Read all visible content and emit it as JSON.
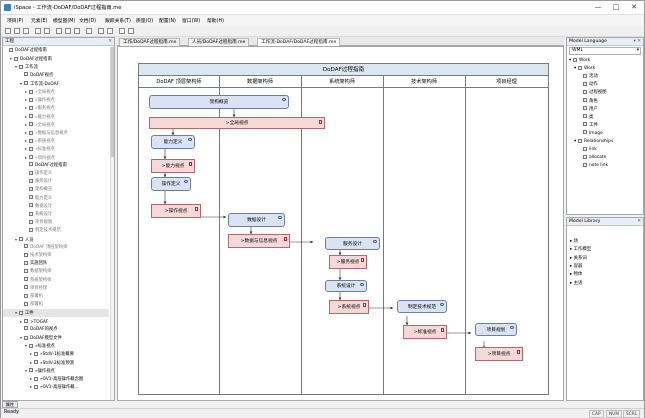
{
  "window": {
    "title": "iSpace - 工作流-DoDAF/DoDAF过程指南.me",
    "controls": [
      "—",
      "□",
      "✕"
    ]
  },
  "menu": [
    "项目(P)",
    "元素(E)",
    "模型图(M)",
    "文档(D)",
    "跟踪关系(T)",
    "质量(Q)",
    "配置(N)",
    "窗口(W)",
    "帮助(H)"
  ],
  "left_panel": {
    "title": "工程",
    "rows": [
      {
        "label": "DoDAF过程指南",
        "indent": 0,
        "exp": "",
        "grey": false,
        "sel": false
      },
      {
        "label": "DoDAF过程指南",
        "indent": 1,
        "exp": "▾",
        "grey": false,
        "sel": false
      },
      {
        "label": "工作流",
        "indent": 2,
        "exp": "▾",
        "grey": false,
        "sel": false
      },
      {
        "label": "DoDAF视点",
        "indent": 3,
        "exp": "",
        "grey": false,
        "sel": false
      },
      {
        "label": "工作流-DoDAF",
        "indent": 3,
        "exp": "▾",
        "grey": false,
        "sel": false
      },
      {
        "label": "»全局视点",
        "indent": 4,
        "exp": "▸",
        "grey": true,
        "sel": false
      },
      {
        "label": "»操作视点",
        "indent": 4,
        "exp": "▸",
        "grey": true,
        "sel": false
      },
      {
        "label": "»服务视点",
        "indent": 4,
        "exp": "▸",
        "grey": true,
        "sel": false
      },
      {
        "label": "»能力视点",
        "indent": 4,
        "exp": "▸",
        "grey": true,
        "sel": false
      },
      {
        "label": "»全局视点",
        "indent": 4,
        "exp": "▸",
        "grey": true,
        "sel": false
      },
      {
        "label": "»数据与信息视点",
        "indent": 4,
        "exp": "▸",
        "grey": true,
        "sel": false
      },
      {
        "label": "»系统视点",
        "indent": 4,
        "exp": "▸",
        "grey": true,
        "sel": false
      },
      {
        "label": "»标准视点",
        "indent": 4,
        "exp": "▸",
        "grey": true,
        "sel": false
      },
      {
        "label": "»项目视点",
        "indent": 4,
        "exp": "▸",
        "grey": true,
        "sel": false
      },
      {
        "label": "DoDAF过程指南",
        "indent": 4,
        "exp": "",
        "grey": false,
        "sel": false
      },
      {
        "label": "操作定义",
        "indent": 4,
        "exp": "",
        "grey": true,
        "sel": false
      },
      {
        "label": "服务设计",
        "indent": 4,
        "exp": "",
        "grey": true,
        "sel": false
      },
      {
        "label": "架构概览",
        "indent": 4,
        "exp": "",
        "grey": true,
        "sel": false
      },
      {
        "label": "能力定义",
        "indent": 4,
        "exp": "",
        "grey": true,
        "sel": false
      },
      {
        "label": "数据设计",
        "indent": 4,
        "exp": "",
        "grey": true,
        "sel": false
      },
      {
        "label": "系统设计",
        "indent": 4,
        "exp": "",
        "grey": true,
        "sel": false
      },
      {
        "label": "项目规划",
        "indent": 4,
        "exp": "",
        "grey": true,
        "sel": false
      },
      {
        "label": "制定技术规范",
        "indent": 4,
        "exp": "",
        "grey": true,
        "sel": false
      },
      {
        "label": "人员",
        "indent": 2,
        "exp": "▾",
        "grey": false,
        "sel": false
      },
      {
        "label": "DoDAF 顶层架构师",
        "indent": 3,
        "exp": "",
        "grey": true,
        "sel": false
      },
      {
        "label": "技术架构师",
        "indent": 3,
        "exp": "",
        "grey": true,
        "sel": false
      },
      {
        "label": "实施团队",
        "indent": 3,
        "exp": "",
        "grey": false,
        "sel": false
      },
      {
        "label": "数据架构师",
        "indent": 3,
        "exp": "",
        "grey": true,
        "sel": false
      },
      {
        "label": "系统架构师",
        "indent": 3,
        "exp": "",
        "grey": true,
        "sel": false
      },
      {
        "label": "项目经理",
        "indent": 3,
        "exp": "",
        "grey": true,
        "sel": false
      },
      {
        "label": "部署机",
        "indent": 3,
        "exp": "",
        "grey": true,
        "sel": false
      },
      {
        "label": "部署机",
        "indent": 3,
        "exp": "",
        "grey": true,
        "sel": false
      },
      {
        "label": "工件",
        "indent": 2,
        "exp": "▾",
        "grey": false,
        "sel": true
      },
      {
        "label": ">TOGAF",
        "indent": 3,
        "exp": "▸",
        "grey": false,
        "sel": false
      },
      {
        "label": "DoDAF的视点",
        "indent": 3,
        "exp": "",
        "grey": false,
        "sel": false
      },
      {
        "label": "DoDAF模型文件",
        "indent": 3,
        "exp": "▾",
        "grey": false,
        "sel": false
      },
      {
        "label": "»标准视点",
        "indent": 4,
        "exp": "▾",
        "grey": false,
        "sel": false
      },
      {
        "label": "»StdV-1标准概要",
        "indent": 5,
        "exp": "▸",
        "grey": false,
        "sel": false
      },
      {
        "label": "»StdV-2标准预测",
        "indent": 5,
        "exp": "▸",
        "grey": false,
        "sel": false
      },
      {
        "label": "»操作视点",
        "indent": 4,
        "exp": "▾",
        "grey": false,
        "sel": false
      },
      {
        "label": "»OV1-高层操作概念图",
        "indent": 5,
        "exp": "▸",
        "grey": false,
        "sel": false
      },
      {
        "label": "»OV1-高层操作概...",
        "indent": 5,
        "exp": "▸",
        "grey": false,
        "sel": false
      }
    ]
  },
  "tabs": [
    {
      "label": "工作/DoDAF过程指南.me",
      "active": false
    },
    {
      "label": "人员/DoDAF过程指南.me",
      "active": false
    },
    {
      "label": "工作流-DoDAF/DoDAF过程指南.me",
      "active": true
    }
  ],
  "diagram": {
    "title": "DoDAF过程指南",
    "lanes": [
      "DoDAF 顶层架构师",
      "数据架构师",
      "系统架构师",
      "技术架构师",
      "项目经理"
    ],
    "nodes": [
      {
        "id": "n1",
        "kind": "blue",
        "label": "架构概览"
      },
      {
        "id": "n2",
        "kind": "pink",
        "label": ">全局视点"
      },
      {
        "id": "n3",
        "kind": "blue",
        "label": "能力定义"
      },
      {
        "id": "n4",
        "kind": "pink",
        "label": ">能力视点"
      },
      {
        "id": "n5",
        "kind": "blue",
        "label": "操作定义"
      },
      {
        "id": "n6",
        "kind": "pink",
        "label": ">操作视点"
      },
      {
        "id": "n7",
        "kind": "blue",
        "label": "数据设计"
      },
      {
        "id": "n8",
        "kind": "pink",
        "label": ">数据与信息视点"
      },
      {
        "id": "n9",
        "kind": "blue",
        "label": "服务设计"
      },
      {
        "id": "n10",
        "kind": "pink",
        "label": ">服务视点"
      },
      {
        "id": "n11",
        "kind": "blue",
        "label": "系统设计"
      },
      {
        "id": "n12",
        "kind": "pink",
        "label": ">系统视点"
      },
      {
        "id": "n13",
        "kind": "blue",
        "label": "制定技术规范"
      },
      {
        "id": "n14",
        "kind": "pink",
        "label": ">标准视点"
      },
      {
        "id": "n15",
        "kind": "blue",
        "label": "项目规划"
      },
      {
        "id": "n16",
        "kind": "pink",
        "label": ">项目视点"
      }
    ]
  },
  "model_language": {
    "title": "Model Language",
    "selector": "WML",
    "rows": [
      {
        "label": "Work",
        "indent": 0,
        "exp": "▾"
      },
      {
        "label": "Work",
        "indent": 1,
        "exp": "▾"
      },
      {
        "label": "活动",
        "indent": 2,
        "exp": ""
      },
      {
        "label": "动作",
        "indent": 2,
        "exp": ""
      },
      {
        "label": "过程视图",
        "indent": 2,
        "exp": ""
      },
      {
        "label": "角色",
        "indent": 2,
        "exp": ""
      },
      {
        "label": "用户",
        "indent": 2,
        "exp": ""
      },
      {
        "label": "类",
        "indent": 2,
        "exp": ""
      },
      {
        "label": "工件",
        "indent": 2,
        "exp": ""
      },
      {
        "label": "Image",
        "indent": 2,
        "exp": ""
      },
      {
        "label": "Relationships",
        "indent": 1,
        "exp": "▾"
      },
      {
        "label": "link",
        "indent": 2,
        "exp": ""
      },
      {
        "label": "allocate",
        "indent": 2,
        "exp": ""
      },
      {
        "label": "note link",
        "indent": 2,
        "exp": ""
      }
    ]
  },
  "model_library": {
    "title": "Model Library",
    "rows": [
      "场",
      "工作模型",
      "关系词",
      "容器",
      "物体",
      "主语"
    ]
  },
  "bottom_tab": "属性",
  "status": {
    "left": "Ready",
    "cells": [
      "CAP",
      "NUM",
      "SCRL"
    ]
  }
}
